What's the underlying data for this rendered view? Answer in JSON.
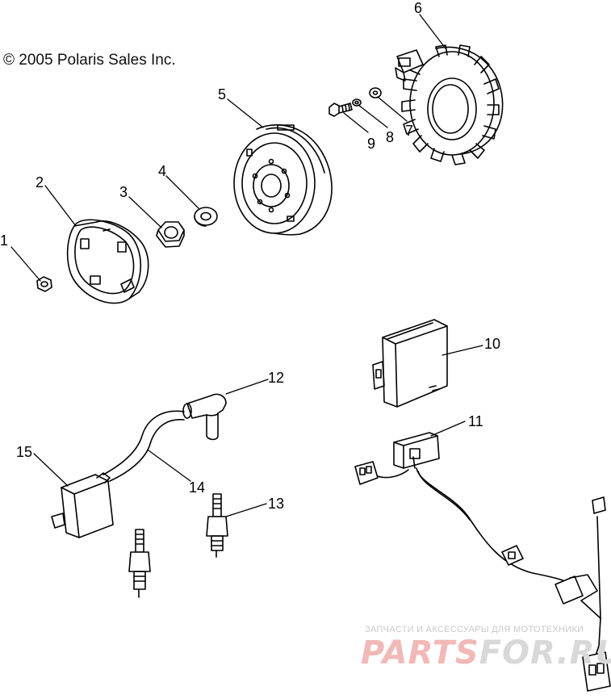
{
  "copyright": "© 2005 Polaris Sales Inc.",
  "callouts": [
    "1",
    "2",
    "3",
    "4",
    "5",
    "6",
    "7",
    "8",
    "9",
    "10",
    "11",
    "12",
    "13",
    "14",
    "15"
  ],
  "watermark": {
    "tagline": "ЗАПЧАСТИ И АКСЕССУАРЫ ДЛЯ МОТОТЕХНИКИ",
    "logo_part1": "PARTS",
    "logo_part2": "FOR.RU",
    "color_part1": "#f2b8b8",
    "color_part2": "#d8d8d8"
  },
  "colors": {
    "line": "#000000",
    "background": "#ffffff"
  }
}
